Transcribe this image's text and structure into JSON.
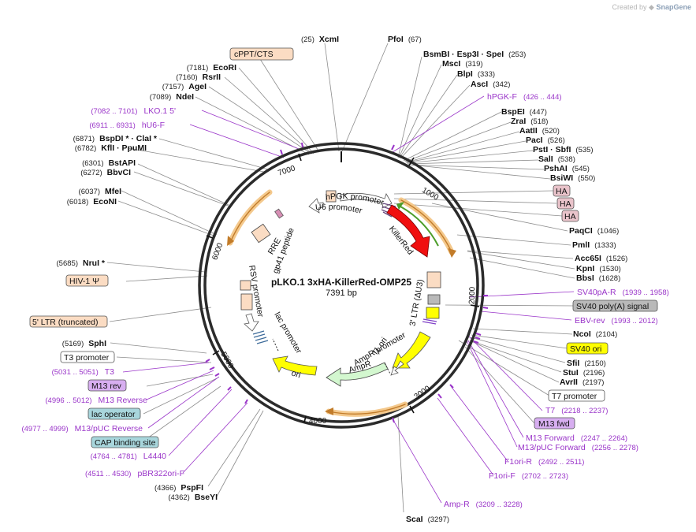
{
  "credit": {
    "prefix": "Created by",
    "brand": "SnapGene"
  },
  "plasmid": {
    "name": "pLKO.1 3xHA-KillerRed-OMP25",
    "length": "7391 bp"
  },
  "ticks": [
    "1000",
    "2000",
    "3000",
    "4000",
    "5000",
    "6000",
    "7000"
  ],
  "colors": {
    "primer": "#9a35c9",
    "orange_box": "#fbdcc3",
    "pink_box": "#e9c3ca",
    "gray_box": "#b9b9b9",
    "yellow_box": "#ffff00",
    "teal_box": "#a8d6dc",
    "purple_box": "#d7aef0"
  },
  "enzymes": [
    {
      "name": "XcmI",
      "pos": "(25)"
    },
    {
      "name": "PfoI",
      "pos": "(67)"
    },
    {
      "name": "BsmBI · Esp3I · SpeI",
      "pos": "(253)"
    },
    {
      "name": "MscI",
      "pos": "(319)"
    },
    {
      "name": "BlpI",
      "pos": "(333)"
    },
    {
      "name": "AscI",
      "pos": "(342)"
    },
    {
      "name": "BspEI",
      "pos": "(447)"
    },
    {
      "name": "ZraI",
      "pos": "(518)"
    },
    {
      "name": "AatII",
      "pos": "(520)"
    },
    {
      "name": "PacI",
      "pos": "(526)"
    },
    {
      "name": "PstI · SbfI",
      "pos": "(535)"
    },
    {
      "name": "SalI",
      "pos": "(538)"
    },
    {
      "name": "PshAI",
      "pos": "(545)"
    },
    {
      "name": "BsiWI",
      "pos": "(550)"
    },
    {
      "name": "PaqCI",
      "pos": "(1046)"
    },
    {
      "name": "PmlI",
      "pos": "(1333)"
    },
    {
      "name": "Acc65I",
      "pos": "(1526)"
    },
    {
      "name": "KpnI",
      "pos": "(1530)"
    },
    {
      "name": "BbsI",
      "pos": "(1628)"
    },
    {
      "name": "NcoI",
      "pos": "(2104)"
    },
    {
      "name": "SfiI",
      "pos": "(2150)"
    },
    {
      "name": "StuI",
      "pos": "(2196)"
    },
    {
      "name": "AvrII",
      "pos": "(2197)"
    },
    {
      "name": "ScaI",
      "pos": "(3297)"
    },
    {
      "name": "BseYI",
      "pos": "(4362)"
    },
    {
      "name": "PspFI",
      "pos": "(4366)"
    },
    {
      "name": "SphI",
      "pos": "(5169)"
    },
    {
      "name": "NruI *",
      "pos": "(5685)"
    },
    {
      "name": "EcoNI",
      "pos": "(6018)"
    },
    {
      "name": "MfeI",
      "pos": "(6037)"
    },
    {
      "name": "BbvCI",
      "pos": "(6272)"
    },
    {
      "name": "BstAPI",
      "pos": "(6301)"
    },
    {
      "name": "KflI · PpuMI",
      "pos": "(6782)"
    },
    {
      "name": "BspDI * · ClaI *",
      "pos": "(6871)"
    },
    {
      "name": "NdeI",
      "pos": "(7089)"
    },
    {
      "name": "AgeI",
      "pos": "(7157)"
    },
    {
      "name": "RsrII",
      "pos": "(7160)"
    },
    {
      "name": "EcoRI",
      "pos": "(7181)"
    }
  ],
  "primers": [
    {
      "name": "hPGK-F",
      "range": "(426 .. 444)"
    },
    {
      "name": "SV40pA-R",
      "range": "(1939 .. 1958)"
    },
    {
      "name": "EBV-rev",
      "range": "(1993 .. 2012)"
    },
    {
      "name": "T7",
      "range": "(2218 .. 2237)"
    },
    {
      "name": "M13 Forward",
      "range": "(2247 .. 2264)"
    },
    {
      "name": "M13/pUC Forward",
      "range": "(2256 .. 2278)"
    },
    {
      "name": "F1ori-R",
      "range": "(2492 .. 2511)"
    },
    {
      "name": "F1ori-F",
      "range": "(2702 .. 2723)"
    },
    {
      "name": "Amp-R",
      "range": "(3209 .. 3228)"
    },
    {
      "name": "pBR322ori-F",
      "range": "(4511 .. 4530)"
    },
    {
      "name": "L4440",
      "range": "(4764 .. 4781)"
    },
    {
      "name": "M13/pUC Reverse",
      "range": "(4977 .. 4999)"
    },
    {
      "name": "M13 Reverse",
      "range": "(4996 .. 5012)"
    },
    {
      "name": "T3",
      "range": "(5031 .. 5051)"
    },
    {
      "name": "hU6-F",
      "range": "(6911 .. 6931)"
    },
    {
      "name": "LKO.1 5'",
      "range": "(7082 .. 7101)"
    }
  ],
  "boxed": [
    {
      "name": "cPPT/CTS",
      "color": "#fbdcc3"
    },
    {
      "name": "HA",
      "color": "#e9c3ca"
    },
    {
      "name": "HA",
      "color": "#e9c3ca"
    },
    {
      "name": "HA",
      "color": "#e9c3ca"
    },
    {
      "name": "SV40 poly(A) signal",
      "color": "#b9b9b9"
    },
    {
      "name": "SV40 ori",
      "color": "#ffff00"
    },
    {
      "name": "T7 promoter",
      "color": "#ffffff"
    },
    {
      "name": "M13 fwd",
      "color": "#d7aef0"
    },
    {
      "name": "CAP binding site",
      "color": "#a8d6dc"
    },
    {
      "name": "lac operator",
      "color": "#a8d6dc"
    },
    {
      "name": "M13 rev",
      "color": "#d7aef0"
    },
    {
      "name": "T3 promoter",
      "color": "#ffffff"
    },
    {
      "name": "5' LTR (truncated)",
      "color": "#fbdcc3"
    },
    {
      "name": "HIV-1 Ψ",
      "color": "#fbdcc3"
    }
  ],
  "features": [
    {
      "name": "hPGK promoter"
    },
    {
      "name": "U6 promoter"
    },
    {
      "name": "KillerRed"
    },
    {
      "name": "3' LTR (ΔU3)"
    },
    {
      "name": "f1 ori"
    },
    {
      "name": "AmpR promoter"
    },
    {
      "name": "AmpR"
    },
    {
      "name": "ori"
    },
    {
      "name": "lac promoter"
    },
    {
      "name": "RSV promoter"
    },
    {
      "name": "RRE"
    },
    {
      "name": "gp41 peptide"
    }
  ]
}
